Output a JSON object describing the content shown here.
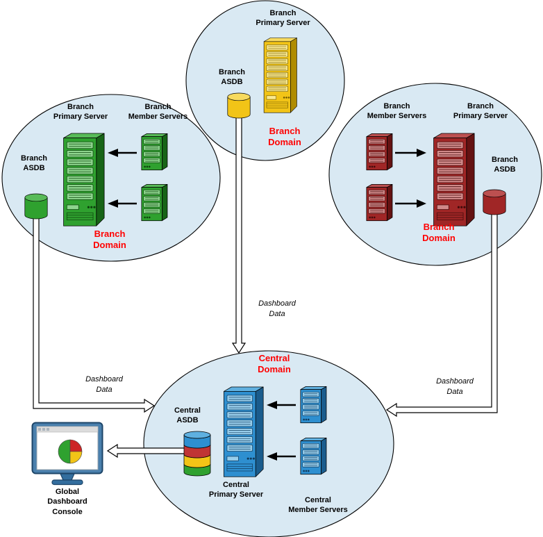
{
  "colors": {
    "ellipse_fill": "#d9e9f3",
    "domain_text": "#ff0000",
    "green": "#2fa12f",
    "yellow": "#f2c417",
    "red": "#a02626",
    "blue": "#2e8fd0"
  },
  "top_domain": {
    "primary_server_label": "Branch\nPrimary Server",
    "asdb_label": "Branch\nASDB",
    "domain_label": "Branch\nDomain"
  },
  "left_domain": {
    "primary_server_label": "Branch\nPrimary Server",
    "member_servers_label": "Branch\nMember Servers",
    "asdb_label": "Branch\nASDB",
    "domain_label": "Branch\nDomain"
  },
  "right_domain": {
    "member_servers_label": "Branch\nMember Servers",
    "primary_server_label": "Branch\nPrimary Server",
    "asdb_label": "Branch\nASDB",
    "domain_label": "Branch\nDomain"
  },
  "central_domain": {
    "domain_label": "Central\nDomain",
    "asdb_label": "Central\nASDB",
    "primary_server_label": "Central\nPrimary Server",
    "member_servers_label": "Central\nMember Servers"
  },
  "console": {
    "label": "Global\nDashboard\nConsole"
  },
  "flows": {
    "left": "Dashboard\nData",
    "top": "Dashboard\nData",
    "right": "Dashboard\nData"
  }
}
